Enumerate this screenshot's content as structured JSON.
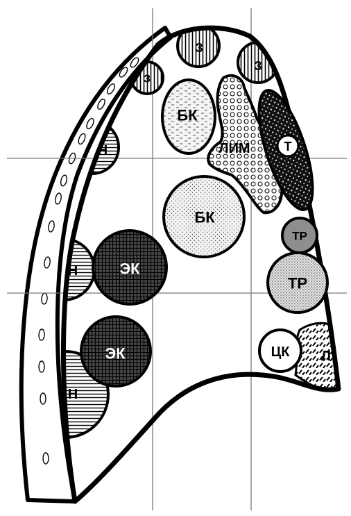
{
  "labels": {
    "z_top": "З",
    "z_left": "З",
    "z_right": "З",
    "n_upper": "Н",
    "n_middle": "Н",
    "n_lower": "Н",
    "bk_upper": "БК",
    "bk_lower": "БК",
    "lim": "ЛИМ",
    "t": "Т",
    "tr_small": "ТР",
    "tr_large": "ТР",
    "ek_upper": "ЭК",
    "ek_lower": "ЭК",
    "ck": "ЦК",
    "l": "Л"
  },
  "colors": {
    "ink": "#000000",
    "background": "#ffffff",
    "light_fill": "#f2f2f2",
    "medium_fill": "#bdbdbd",
    "dark_fill": "#5a5a5a"
  }
}
